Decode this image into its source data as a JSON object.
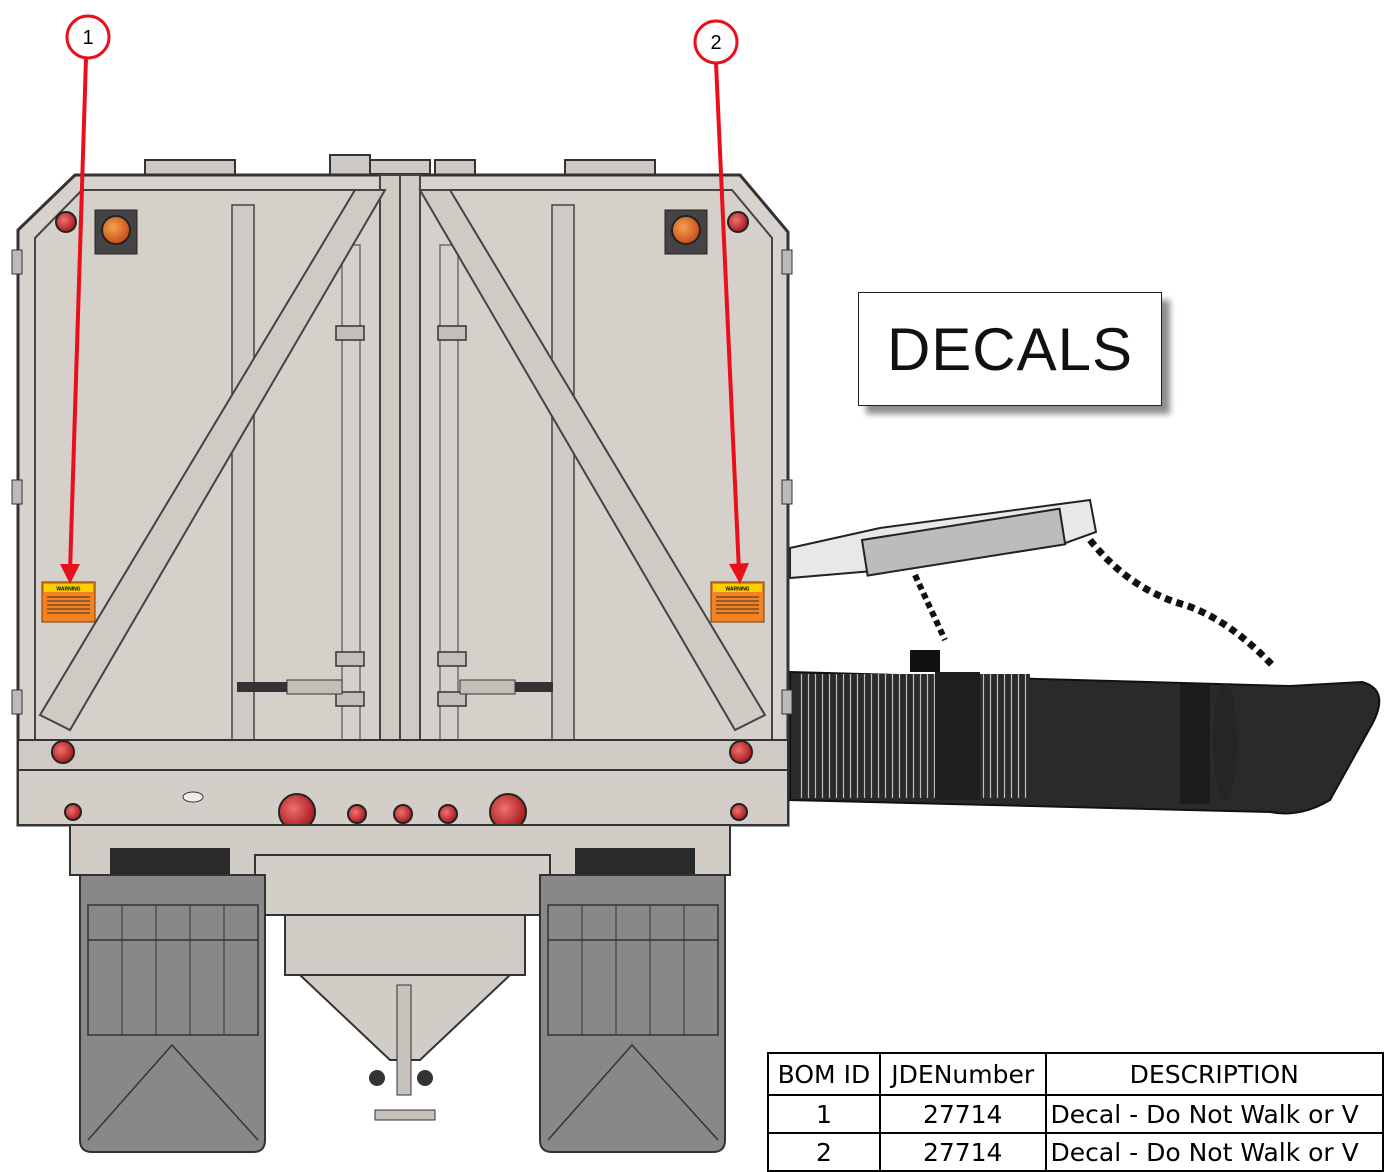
{
  "title": "DECALS",
  "callouts": [
    {
      "number": "1"
    },
    {
      "number": "2"
    }
  ],
  "decal": {
    "heading": "WARNING"
  },
  "bom_table": {
    "headers": [
      "BOM ID",
      "JDENumber",
      "DESCRIPTION"
    ],
    "rows": [
      [
        "1",
        "27714",
        "Decal - Do Not Walk or V"
      ],
      [
        "2",
        "27714",
        "Decal - Do Not Walk or V"
      ]
    ]
  },
  "colors": {
    "callout": "#e8101a",
    "trailer_body": "#d8d2cc",
    "outline": "#3a3a3a",
    "decal": "#f58220",
    "lamp_red": "#c8282a",
    "lamp_amber": "#e0651b",
    "hose": "#2a2a2a"
  }
}
